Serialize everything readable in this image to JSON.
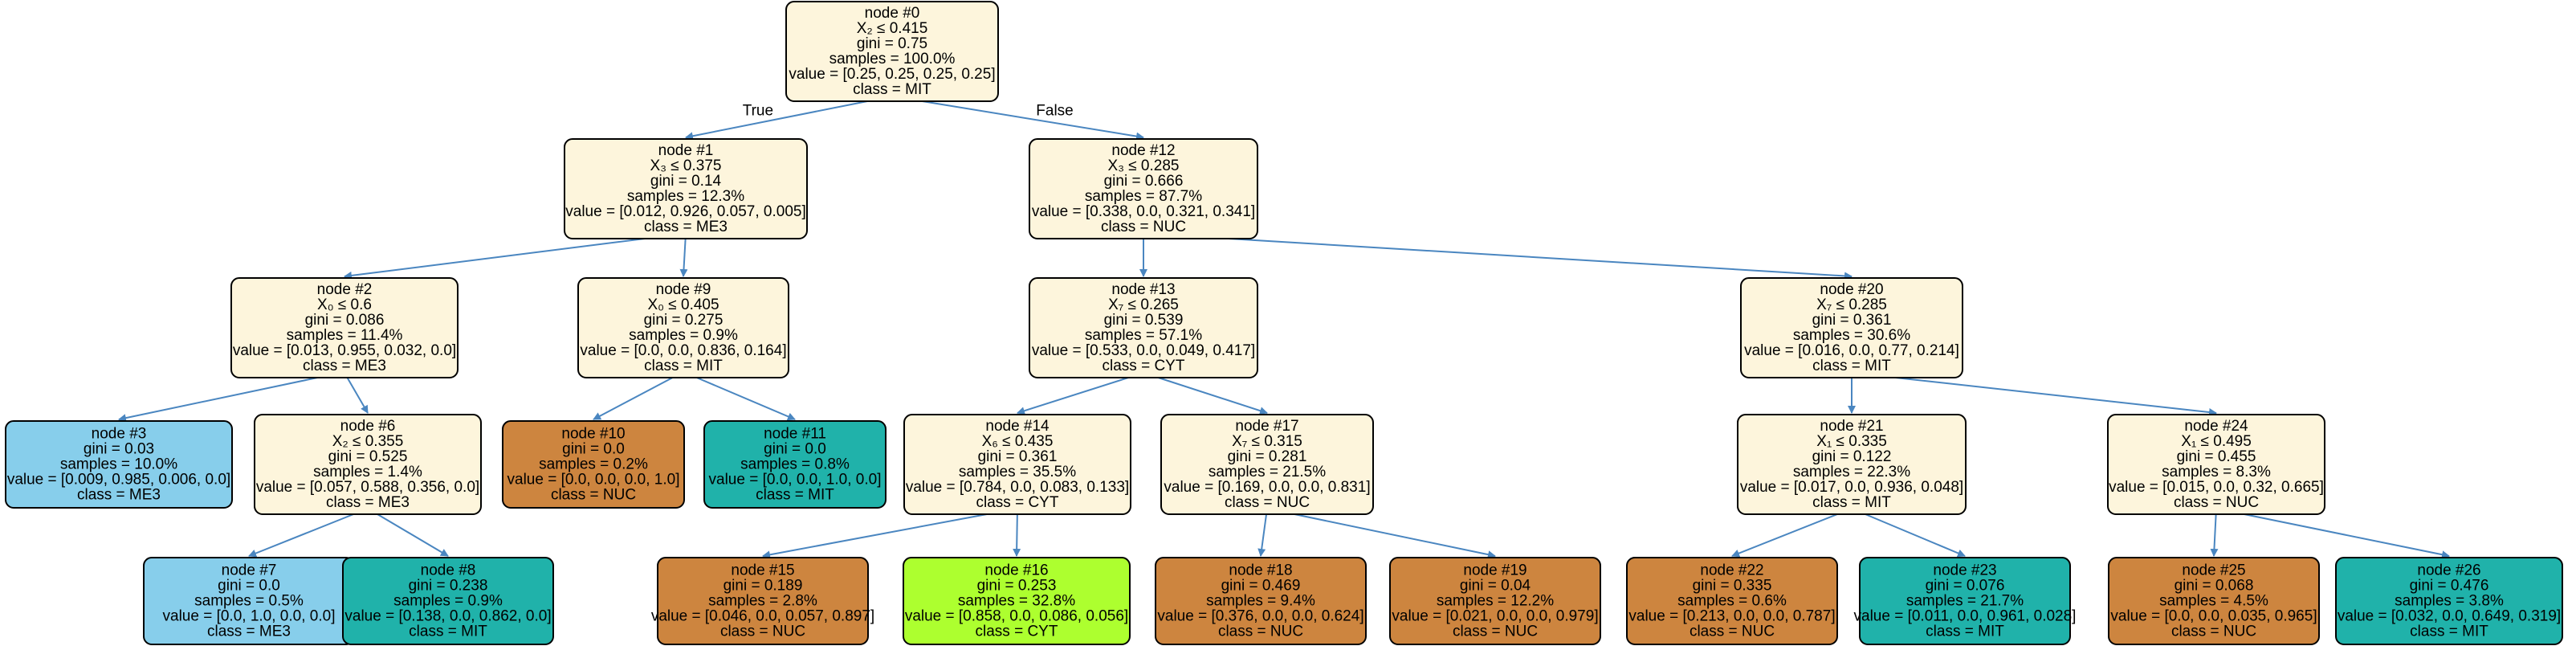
{
  "colors": {
    "class_fill": {
      "MIT_pale": "#fdf5dc",
      "ME3": "#87ceeb",
      "NUC": "#cd853f",
      "MIT": "#20b2aa",
      "CYT": "#adff2f"
    },
    "edge": "#4a86c0"
  },
  "edge_labels": {
    "true": "True",
    "false": "False"
  },
  "nodes": [
    {
      "id": 0,
      "lines": [
        "node #0",
        "X₂ ≤ 0.415",
        "gini = 0.75",
        "samples = 100.0%",
        "value = [0.25, 0.25, 0.25, 0.25]",
        "class = MIT"
      ],
      "fill": "MIT_pale"
    },
    {
      "id": 1,
      "lines": [
        "node #1",
        "X₃ ≤ 0.375",
        "gini = 0.14",
        "samples = 12.3%",
        "value = [0.012, 0.926, 0.057, 0.005]",
        "class = ME3"
      ],
      "fill": "MIT_pale"
    },
    {
      "id": 12,
      "lines": [
        "node #12",
        "X₃ ≤ 0.285",
        "gini = 0.666",
        "samples = 87.7%",
        "value = [0.338, 0.0, 0.321, 0.341]",
        "class = NUC"
      ],
      "fill": "MIT_pale"
    },
    {
      "id": 2,
      "lines": [
        "node #2",
        "X₀ ≤ 0.6",
        "gini = 0.086",
        "samples = 11.4%",
        "value = [0.013, 0.955, 0.032, 0.0]",
        "class = ME3"
      ],
      "fill": "MIT_pale"
    },
    {
      "id": 9,
      "lines": [
        "node #9",
        "X₀ ≤ 0.405",
        "gini = 0.275",
        "samples = 0.9%",
        "value = [0.0, 0.0, 0.836, 0.164]",
        "class = MIT"
      ],
      "fill": "MIT_pale"
    },
    {
      "id": 13,
      "lines": [
        "node #13",
        "X₇ ≤ 0.265",
        "gini = 0.539",
        "samples = 57.1%",
        "value = [0.533, 0.0, 0.049, 0.417]",
        "class = CYT"
      ],
      "fill": "MIT_pale"
    },
    {
      "id": 20,
      "lines": [
        "node #20",
        "X₇ ≤ 0.285",
        "gini = 0.361",
        "samples = 30.6%",
        "value = [0.016, 0.0, 0.77, 0.214]",
        "class = MIT"
      ],
      "fill": "MIT_pale"
    },
    {
      "id": 3,
      "lines": [
        "node #3",
        "gini = 0.03",
        "samples = 10.0%",
        "value = [0.009, 0.985, 0.006, 0.0]",
        "class = ME3"
      ],
      "fill": "ME3"
    },
    {
      "id": 6,
      "lines": [
        "node #6",
        "X₂ ≤ 0.355",
        "gini = 0.525",
        "samples = 1.4%",
        "value = [0.057, 0.588, 0.356, 0.0]",
        "class = ME3"
      ],
      "fill": "MIT_pale"
    },
    {
      "id": 10,
      "lines": [
        "node #10",
        "gini = 0.0",
        "samples = 0.2%",
        "value = [0.0, 0.0, 0.0, 1.0]",
        "class = NUC"
      ],
      "fill": "NUC"
    },
    {
      "id": 11,
      "lines": [
        "node #11",
        "gini = 0.0",
        "samples = 0.8%",
        "value = [0.0, 0.0, 1.0, 0.0]",
        "class = MIT"
      ],
      "fill": "MIT"
    },
    {
      "id": 14,
      "lines": [
        "node #14",
        "X₆ ≤ 0.435",
        "gini = 0.361",
        "samples = 35.5%",
        "value = [0.784, 0.0, 0.083, 0.133]",
        "class = CYT"
      ],
      "fill": "MIT_pale"
    },
    {
      "id": 17,
      "lines": [
        "node #17",
        "X₇ ≤ 0.315",
        "gini = 0.281",
        "samples = 21.5%",
        "value = [0.169, 0.0, 0.0, 0.831]",
        "class = NUC"
      ],
      "fill": "MIT_pale"
    },
    {
      "id": 21,
      "lines": [
        "node #21",
        "X₁ ≤ 0.335",
        "gini = 0.122",
        "samples = 22.3%",
        "value = [0.017, 0.0, 0.936, 0.048]",
        "class = MIT"
      ],
      "fill": "MIT_pale"
    },
    {
      "id": 24,
      "lines": [
        "node #24",
        "X₁ ≤ 0.495",
        "gini = 0.455",
        "samples = 8.3%",
        "value = [0.015, 0.0, 0.32, 0.665]",
        "class = NUC"
      ],
      "fill": "MIT_pale"
    },
    {
      "id": 7,
      "lines": [
        "node #7",
        "gini = 0.0",
        "samples = 0.5%",
        "value = [0.0, 1.0, 0.0, 0.0]",
        "class = ME3"
      ],
      "fill": "ME3"
    },
    {
      "id": 8,
      "lines": [
        "node #8",
        "gini = 0.238",
        "samples = 0.9%",
        "value = [0.138, 0.0, 0.862, 0.0]",
        "class = MIT"
      ],
      "fill": "MIT"
    },
    {
      "id": 15,
      "lines": [
        "node #15",
        "gini = 0.189",
        "samples = 2.8%",
        "value = [0.046, 0.0, 0.057, 0.897]",
        "class = NUC"
      ],
      "fill": "NUC"
    },
    {
      "id": 16,
      "lines": [
        "node #16",
        "gini = 0.253",
        "samples = 32.8%",
        "value = [0.858, 0.0, 0.086, 0.056]",
        "class = CYT"
      ],
      "fill": "CYT"
    },
    {
      "id": 18,
      "lines": [
        "node #18",
        "gini = 0.469",
        "samples = 9.4%",
        "value = [0.376, 0.0, 0.0, 0.624]",
        "class = NUC"
      ],
      "fill": "NUC"
    },
    {
      "id": 19,
      "lines": [
        "node #19",
        "gini = 0.04",
        "samples = 12.2%",
        "value = [0.021, 0.0, 0.0, 0.979]",
        "class = NUC"
      ],
      "fill": "NUC"
    },
    {
      "id": 22,
      "lines": [
        "node #22",
        "gini = 0.335",
        "samples = 0.6%",
        "value = [0.213, 0.0, 0.0, 0.787]",
        "class = NUC"
      ],
      "fill": "NUC"
    },
    {
      "id": 23,
      "lines": [
        "node #23",
        "gini = 0.076",
        "samples = 21.7%",
        "value = [0.011, 0.0, 0.961, 0.028]",
        "class = MIT"
      ],
      "fill": "MIT"
    },
    {
      "id": 25,
      "lines": [
        "node #25",
        "gini = 0.068",
        "samples = 4.5%",
        "value = [0.0, 0.0, 0.035, 0.965]",
        "class = NUC"
      ],
      "fill": "NUC"
    },
    {
      "id": 26,
      "lines": [
        "node #26",
        "gini = 0.476",
        "samples = 3.8%",
        "value = [0.032, 0.0, 0.649, 0.319]",
        "class = MIT"
      ],
      "fill": "MIT"
    }
  ],
  "edges": [
    {
      "from": 0,
      "to": 1,
      "label": "true"
    },
    {
      "from": 0,
      "to": 12,
      "label": "false"
    },
    {
      "from": 1,
      "to": 2
    },
    {
      "from": 1,
      "to": 9
    },
    {
      "from": 12,
      "to": 13
    },
    {
      "from": 12,
      "to": 20
    },
    {
      "from": 2,
      "to": 3
    },
    {
      "from": 2,
      "to": 6
    },
    {
      "from": 9,
      "to": 10
    },
    {
      "from": 9,
      "to": 11
    },
    {
      "from": 13,
      "to": 14
    },
    {
      "from": 13,
      "to": 17
    },
    {
      "from": 20,
      "to": 21
    },
    {
      "from": 20,
      "to": 24
    },
    {
      "from": 6,
      "to": 7
    },
    {
      "from": 6,
      "to": 8
    },
    {
      "from": 14,
      "to": 15
    },
    {
      "from": 14,
      "to": 16
    },
    {
      "from": 17,
      "to": 18
    },
    {
      "from": 17,
      "to": 19
    },
    {
      "from": 21,
      "to": 22
    },
    {
      "from": 21,
      "to": 23
    },
    {
      "from": 24,
      "to": 25
    },
    {
      "from": 24,
      "to": 26
    }
  ]
}
